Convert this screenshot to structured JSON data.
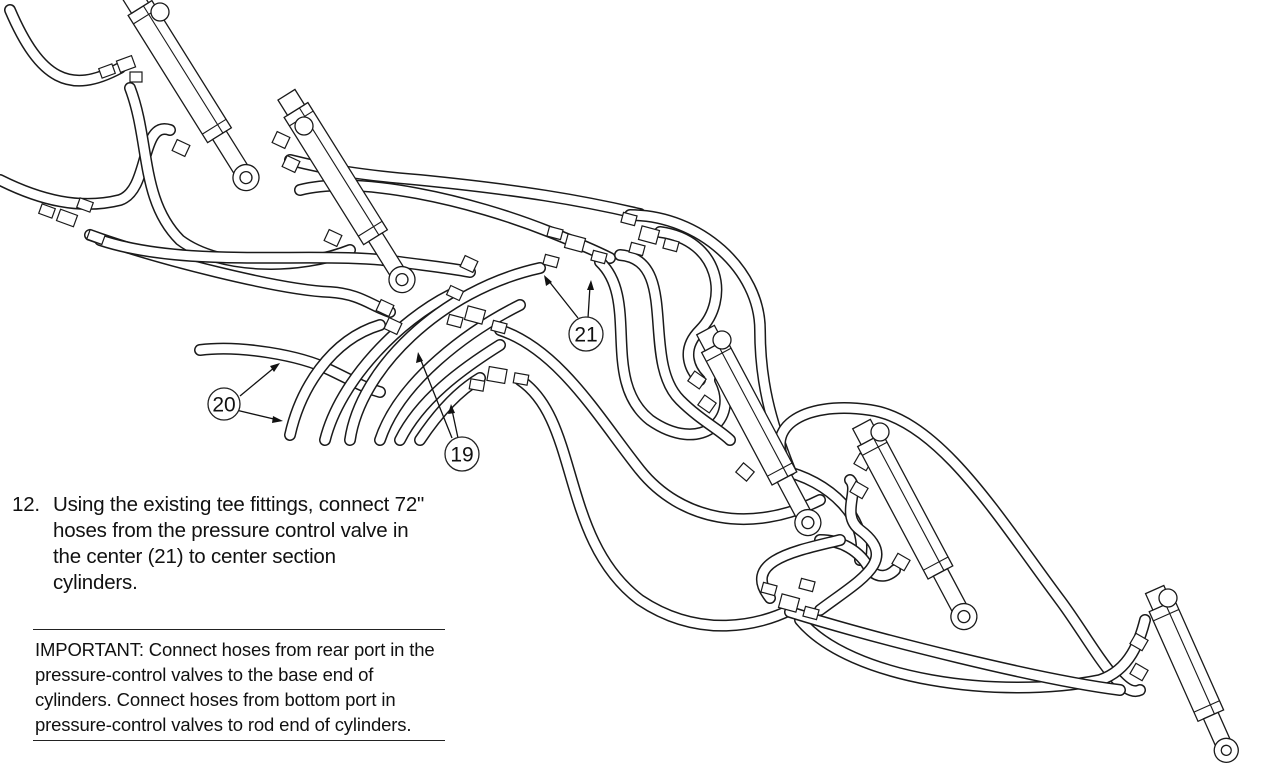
{
  "instruction": {
    "number": "12.",
    "text": "Using the existing tee fittings, connect 72\" hoses from the pressure control valve in the center (21) to center section cylinders."
  },
  "important_note": {
    "text": "IMPORTANT: Connect hoses from rear port in the pressure-control valves to the base end of cylinders. Connect hoses from bottom port in pressure-control valves to rod end of cylinders."
  },
  "callouts": [
    {
      "label": "20",
      "item": "callout-20"
    },
    {
      "label": "19",
      "item": "callout-19"
    },
    {
      "label": "21",
      "item": "callout-21"
    }
  ]
}
